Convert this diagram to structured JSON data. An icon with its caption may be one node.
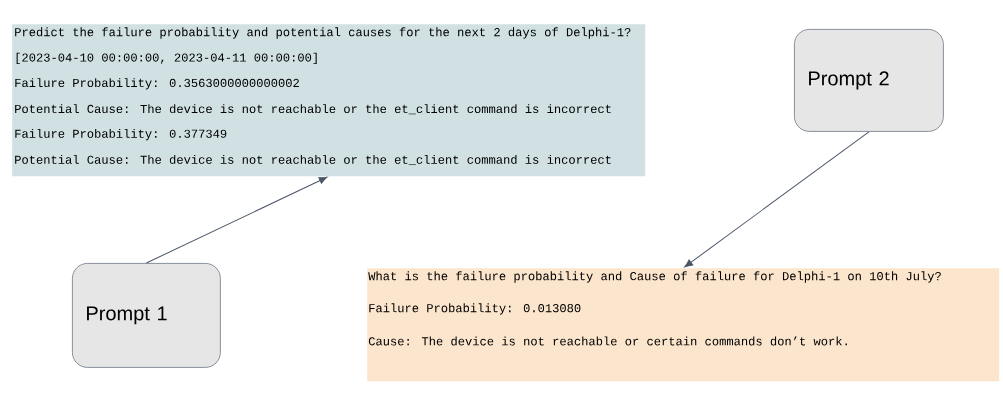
{
  "diagram": {
    "nodes": [
      {
        "text": [
          "Predict the failure probability and potential causes for the next 2 days of Delphi-1?",
          "[2023-04-10 00:00:00, 2023-04-11 00:00:00]",
          "Failure Probability: 0.3563000000000002",
          "Potential Cause: The device is not reachable or the et_client command is incorrect",
          "Failure Probability: 0.377349",
          "Potential Cause: The device is not reachable or the et_client command is incorrect"
        ]
      },
      {
        "text": [
          "Prompt 2"
        ]
      },
      {
        "text": [
          "Prompt 1"
        ]
      },
      {
        "text": [
          "What is the failure probability and Cause of failure for Delphi-1 on 10th July?",
          "Failure Probability: 0.013080",
          "Cause: The device is not reachable or certain commands don’t work."
        ]
      }
    ],
    "edges": [
      {
        "from": 2,
        "to": 0,
        "arrow": "to"
      },
      {
        "from": 1,
        "to": 3,
        "arrow": "to"
      }
    ]
  }
}
